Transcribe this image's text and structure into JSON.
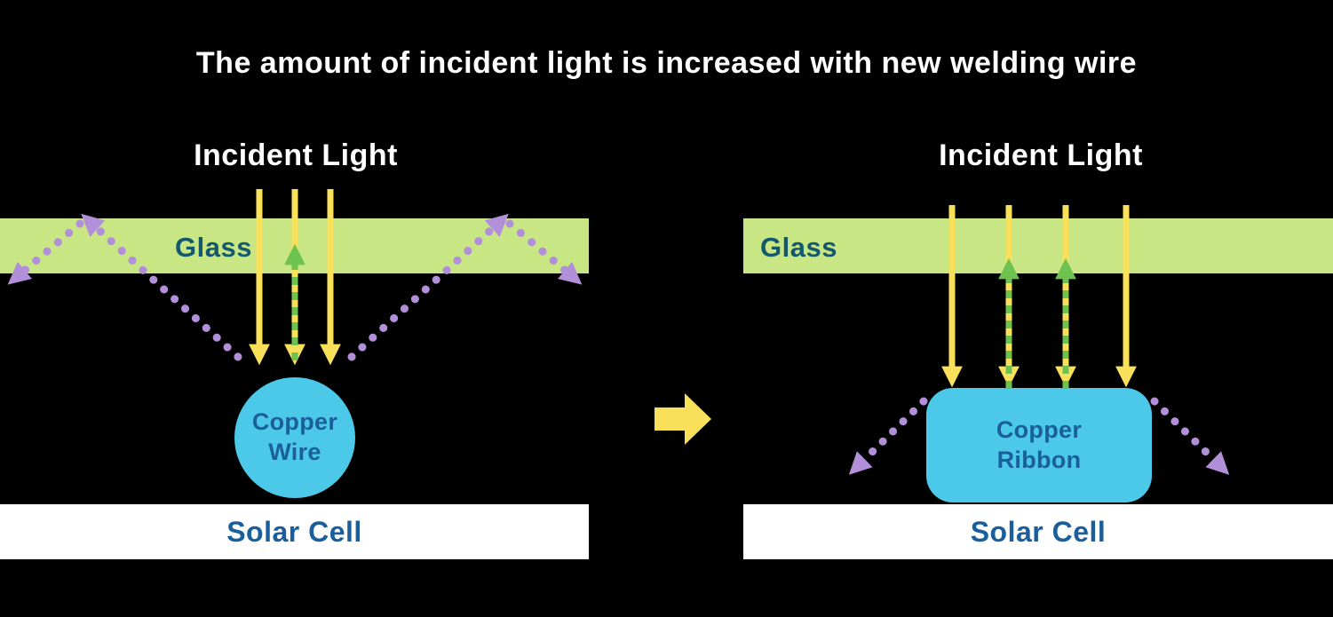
{
  "title": "The amount of incident light is increased with new welding wire",
  "colors": {
    "background": "#000000",
    "glass_green": "#c8e784",
    "incident_yellow": "#f8e05a",
    "reflected_green": "#6ec24f",
    "scattered_purple": "#b18fd9",
    "copper_cyan": "#4cc8e8",
    "label_navy": "#1a5f9c",
    "glass_label_teal": "#14586e",
    "solar_cell_white": "#ffffff"
  },
  "left_diagram": {
    "incident_light_label": "Incident Light",
    "glass_label": "Glass",
    "conductor_label": "Copper Wire",
    "solar_cell_label": "Solar Cell"
  },
  "right_diagram": {
    "incident_light_label": "Incident Light",
    "glass_label": "Glass",
    "conductor_label": "Copper Ribbon",
    "solar_cell_label": "Solar Cell"
  }
}
